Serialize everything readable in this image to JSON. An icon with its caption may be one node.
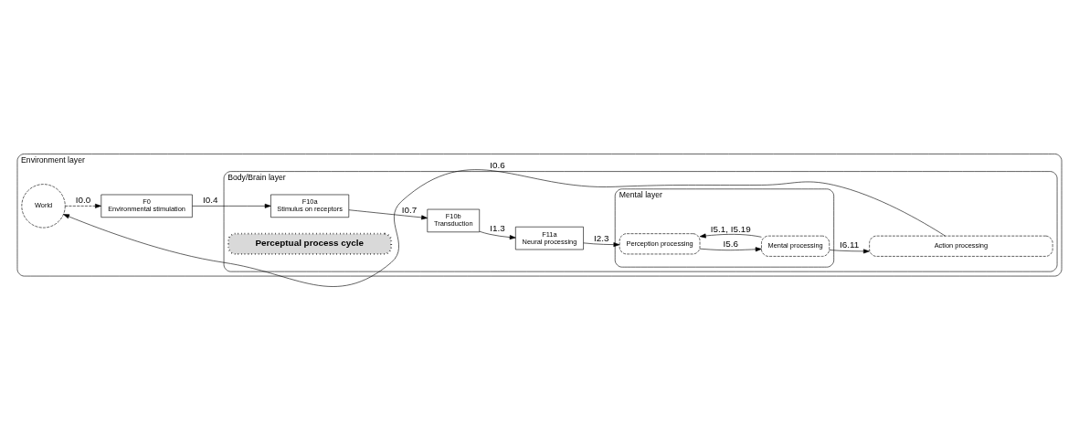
{
  "diagram": {
    "nodes": [
      {
        "text": [
          "Environment layer"
        ]
      },
      {
        "text": [
          "Body/Brain layer"
        ],
        "in": 0
      },
      {
        "text": [
          "Mental layer"
        ],
        "in": 1
      },
      {
        "text": [
          "F0",
          "Environmental stimulation"
        ],
        "in": 0
      },
      {
        "text": [
          "F10a",
          "Stimulus on receptors"
        ],
        "in": 1
      },
      {
        "text": [
          "F10b",
          "Transduction"
        ],
        "in": 1
      },
      {
        "text": [
          "F11a",
          "Neural processing"
        ],
        "in": 1
      },
      {
        "text": [
          "Perception processing"
        ],
        "in": 2
      },
      {
        "text": [
          "Perceptual process cycle"
        ],
        "in": 1
      },
      {
        "text": [
          "Mental processing"
        ],
        "in": 2
      },
      {
        "text": [
          "World"
        ],
        "in": 0
      },
      {
        "text": [
          "Action processing"
        ],
        "in": 1
      }
    ],
    "edges": [
      {
        "from": 10,
        "to": 3,
        "arrow": "to",
        "label": "I0.0",
        "style": "dashed"
      },
      {
        "from": 3,
        "to": 4,
        "arrow": "to",
        "label": "I0.4"
      },
      {
        "from": 4,
        "to": 5,
        "arrow": "to",
        "label": "I0.7"
      },
      {
        "from": 5,
        "to": 6,
        "arrow": "to",
        "label": "I1.3"
      },
      {
        "from": 6,
        "to": 7,
        "arrow": "to",
        "label": "I2.3"
      },
      {
        "from": 9,
        "to": 7,
        "arrow": "to",
        "label": "I5.1, I5.19"
      },
      {
        "from": 7,
        "to": 9,
        "arrow": "to",
        "label": "I5.6"
      },
      {
        "from": 9,
        "to": 11,
        "arrow": "to",
        "label": "I6.11"
      },
      {
        "from": 11,
        "to": 10,
        "arrow": "to",
        "label": "I0.6"
      }
    ]
  }
}
